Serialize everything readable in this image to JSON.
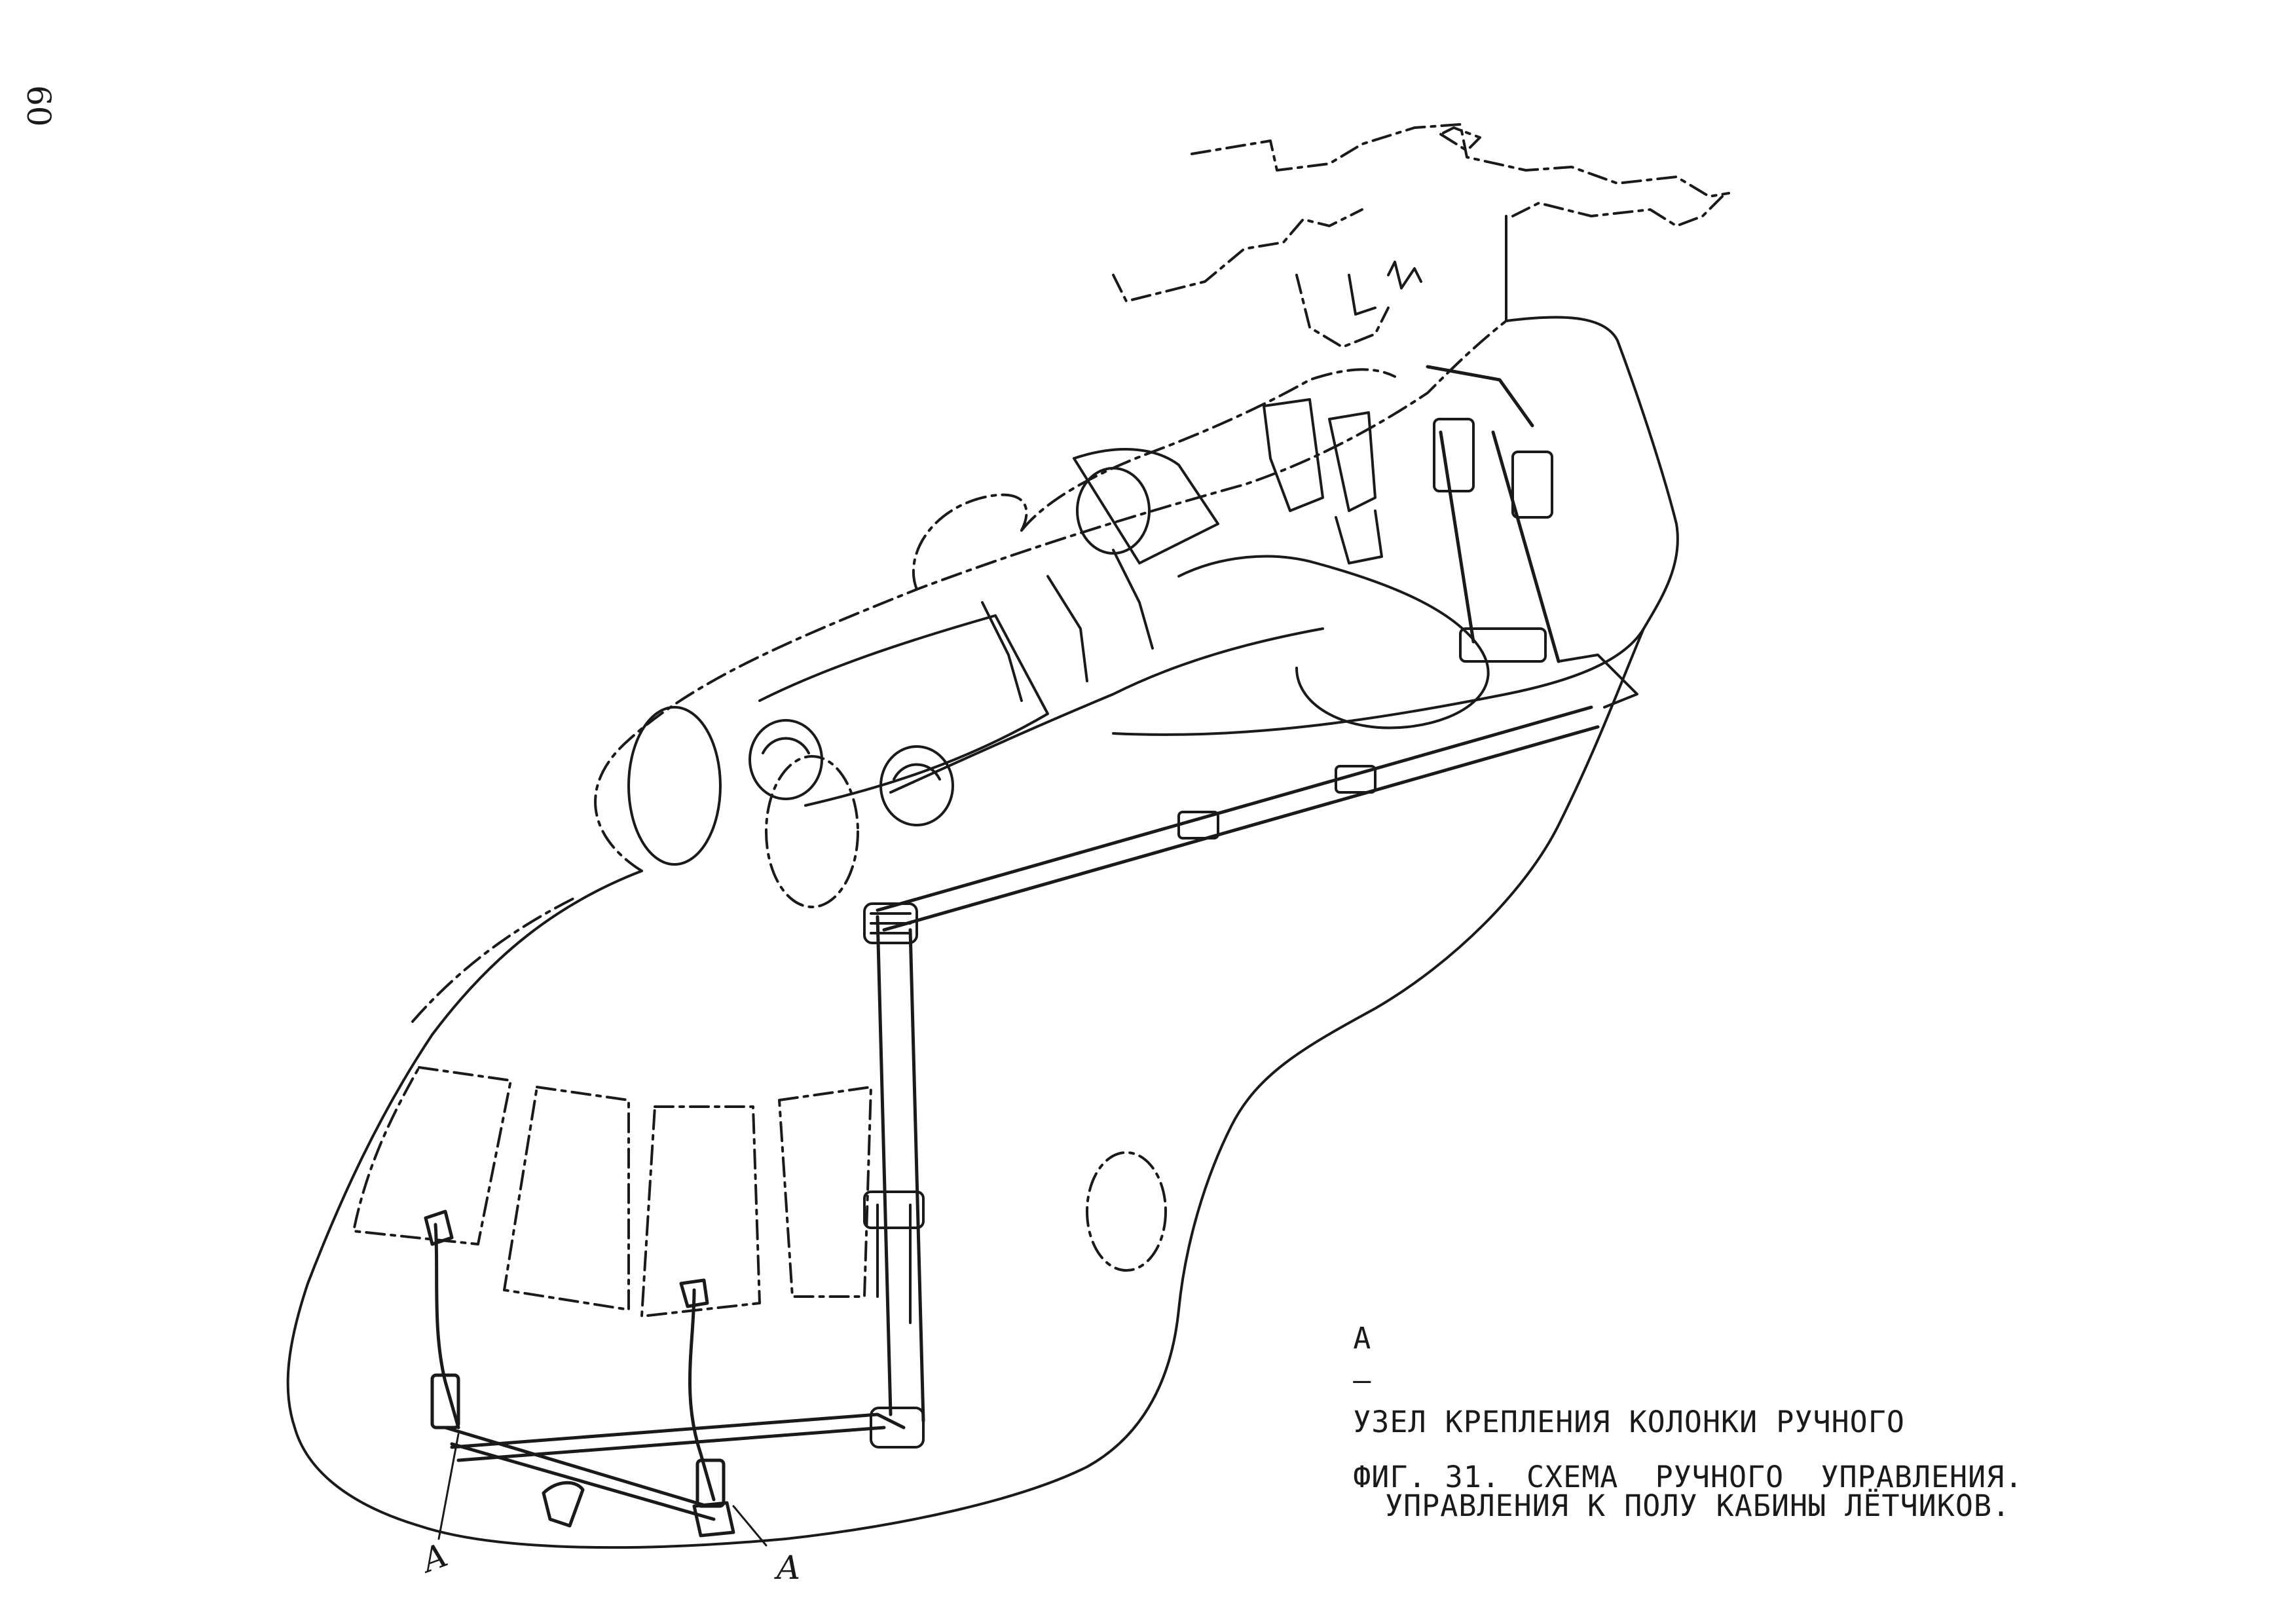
{
  "page": {
    "number": "60"
  },
  "figure": {
    "callout_letter": "А",
    "callout_dash": "–",
    "callout_line1": "УЗЕЛ КРЕПЛЕНИЯ КОЛОНКИ РУЧНОГО",
    "callout_line2": "УПРАВЛЕНИЯ К ПОЛУ КАБИНЫ ЛЁТЧИКОВ.",
    "fig_number": "ФИГ. 31.",
    "fig_title": "СХЕМА  РУЧНОГО  УПРАВЛЕНИЯ."
  },
  "drawing_labels": {
    "left_A": "А",
    "right_A": "А"
  }
}
